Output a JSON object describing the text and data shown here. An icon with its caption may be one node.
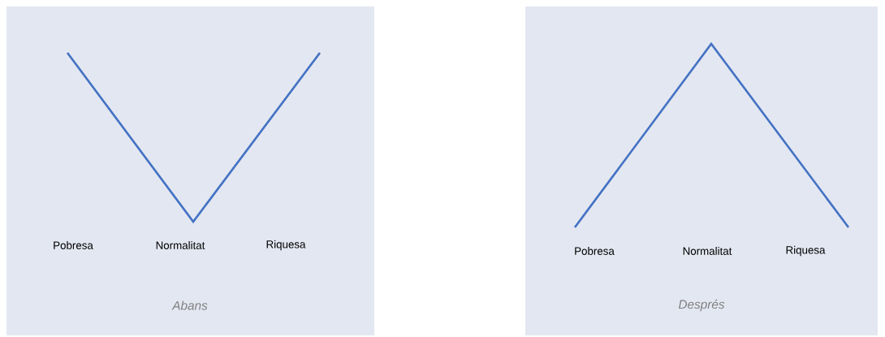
{
  "diagram": {
    "nodes": [
      {
        "text": [
          "Pobresa",
          "Normalitat",
          "Riquesa",
          "Abans"
        ]
      },
      {
        "text": [
          "Pobresa",
          "Normalitat",
          "Riquesa",
          "Després"
        ]
      }
    ]
  }
}
